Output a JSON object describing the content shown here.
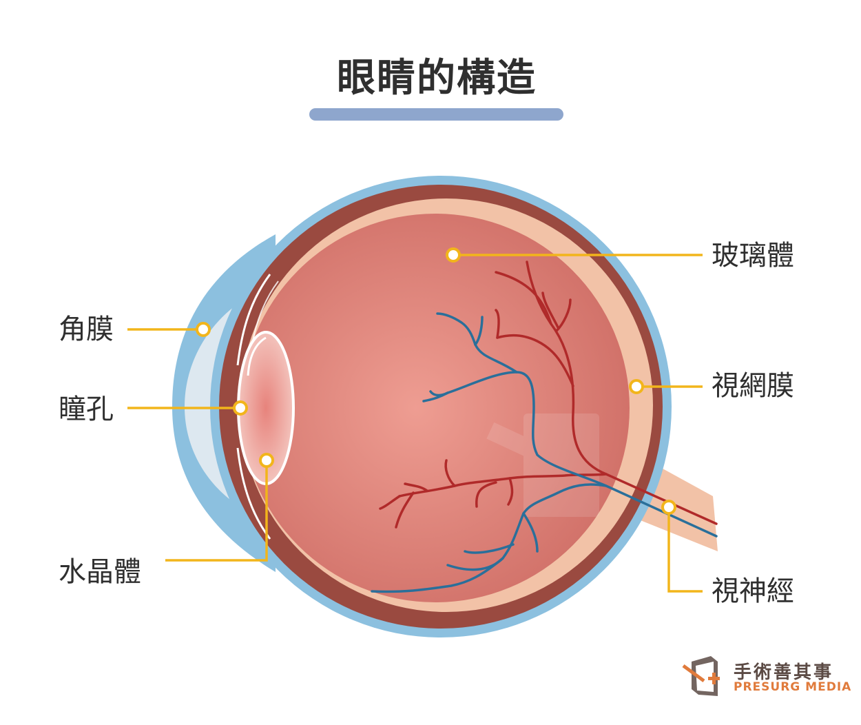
{
  "title": "眼睛的構造",
  "labels": {
    "cornea": "角膜",
    "pupil": "瞳孔",
    "lens": "水晶體",
    "vitreous": "玻璃體",
    "retina": "視網膜",
    "optic_nerve": "視神經"
  },
  "brand": {
    "name_cn": "手術善其事",
    "name_en": "PRESURG MEDIA"
  },
  "colors": {
    "title_bar": "#8ea6cd",
    "sclera_outer": "#8cc0df",
    "choroid": "#9a4a40",
    "retina_layer": "#f2c2a7",
    "vitreous": "#e9958a",
    "artery": "#b02a2a",
    "vein": "#2a6f9a",
    "pointer": "#f2b51b"
  }
}
